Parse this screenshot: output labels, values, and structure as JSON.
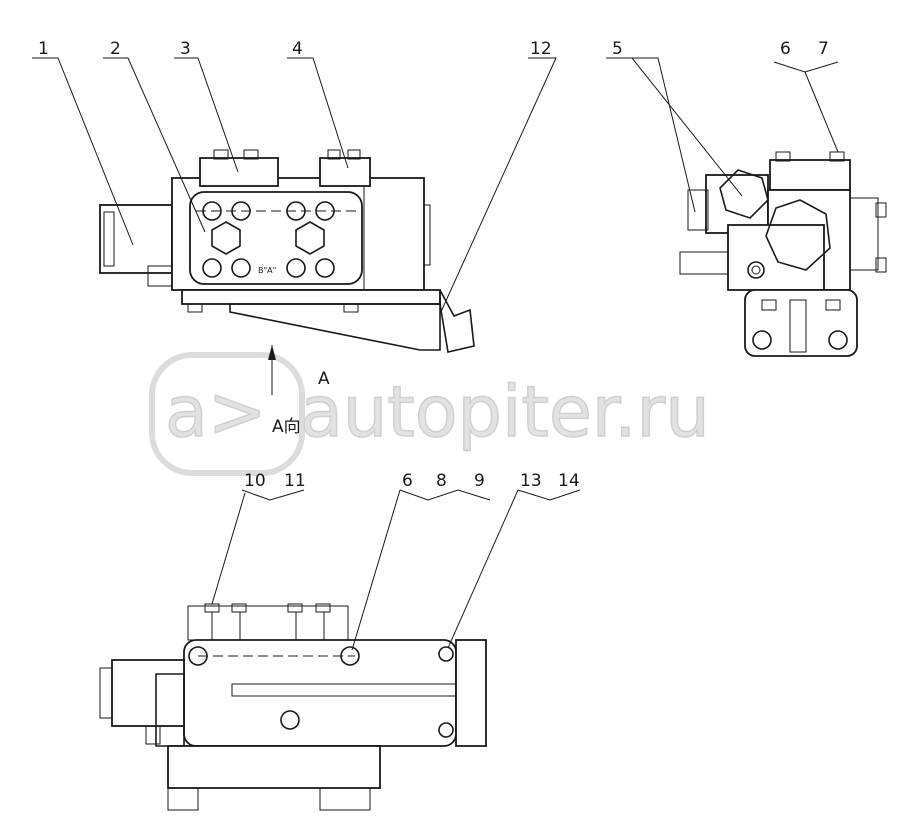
{
  "callouts": {
    "c1": "1",
    "c2": "2",
    "c3": "3",
    "c4": "4",
    "c12": "12",
    "c5": "5",
    "c6a": "6",
    "c7": "7",
    "c10": "10",
    "c11": "11",
    "c6b": "6",
    "c8": "8",
    "c9": "9",
    "c13": "13",
    "c14": "14"
  },
  "view": {
    "arrow_label": "A",
    "view_label": "A向",
    "section_mark": "B\"A\""
  },
  "watermark": {
    "logo_glyph": "a>",
    "text": "autopiter.ru"
  }
}
